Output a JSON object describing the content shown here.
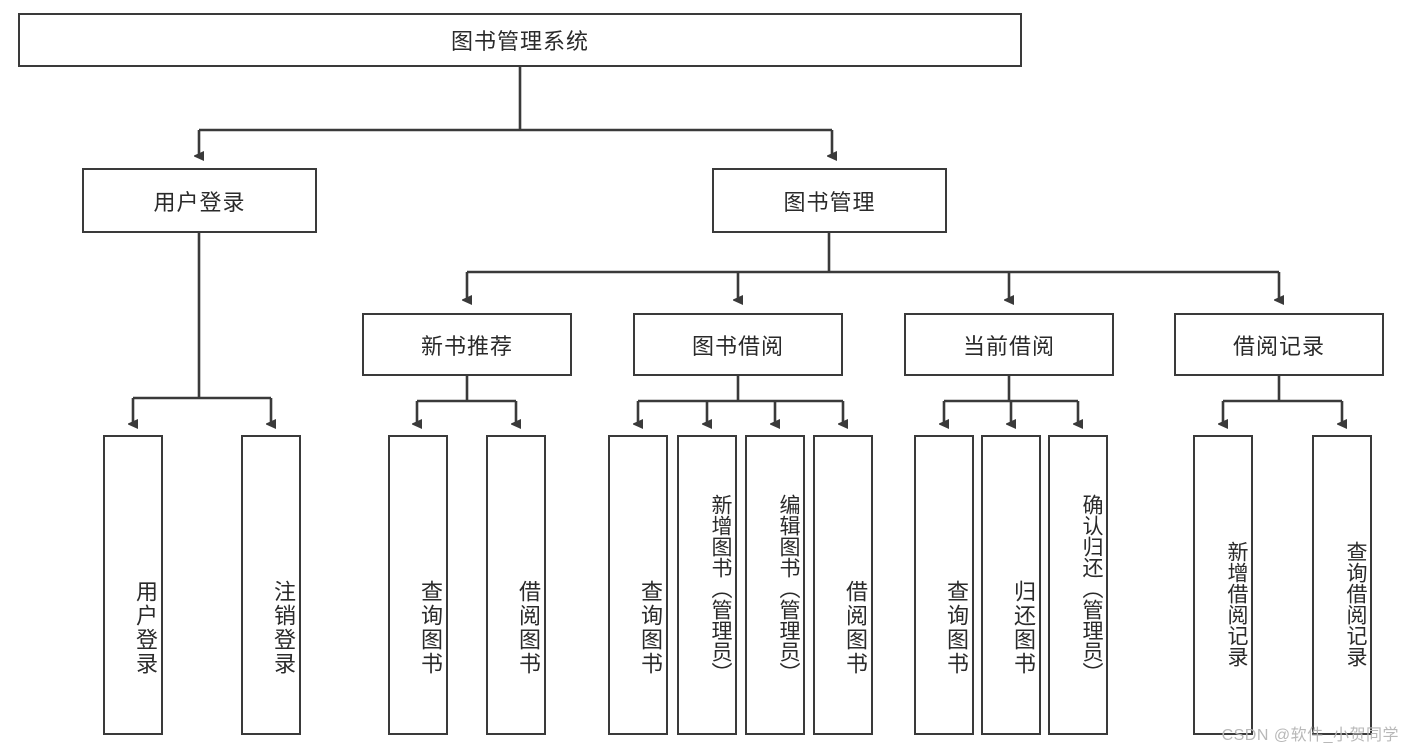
{
  "diagram": {
    "title": "图书管理系统",
    "type": "功能结构图",
    "root": {
      "label": "图书管理系统"
    },
    "level2": [
      {
        "label": "用户登录"
      },
      {
        "label": "图书管理"
      }
    ],
    "level3": [
      {
        "label": "新书推荐"
      },
      {
        "label": "图书借阅"
      },
      {
        "label": "当前借阅"
      },
      {
        "label": "借阅记录"
      }
    ],
    "leaves": {
      "user_login": [
        {
          "label": "用户登录"
        },
        {
          "label": "注销登录"
        }
      ],
      "new_book_recommend": [
        {
          "label": "查询图书"
        },
        {
          "label": "借阅图书"
        }
      ],
      "book_borrow": [
        {
          "label": "查询图书"
        },
        {
          "label": "新增图书（管理员）"
        },
        {
          "label": "编辑图书（管理员）"
        },
        {
          "label": "借阅图书"
        }
      ],
      "current_borrow": [
        {
          "label": "查询图书"
        },
        {
          "label": "归还图书"
        },
        {
          "label": "确认归还（管理员）"
        }
      ],
      "borrow_record": [
        {
          "label": "新增借阅记录"
        },
        {
          "label": "查询借阅记录"
        }
      ]
    }
  },
  "watermark": {
    "text": "CSDN @软件_小贺同学"
  },
  "colors": {
    "box_border": "#3a3a3a",
    "box_fill": "#ffffff",
    "line": "#3a3a3a",
    "text": "#2a2a2a",
    "watermark": "#b8b8b8"
  }
}
